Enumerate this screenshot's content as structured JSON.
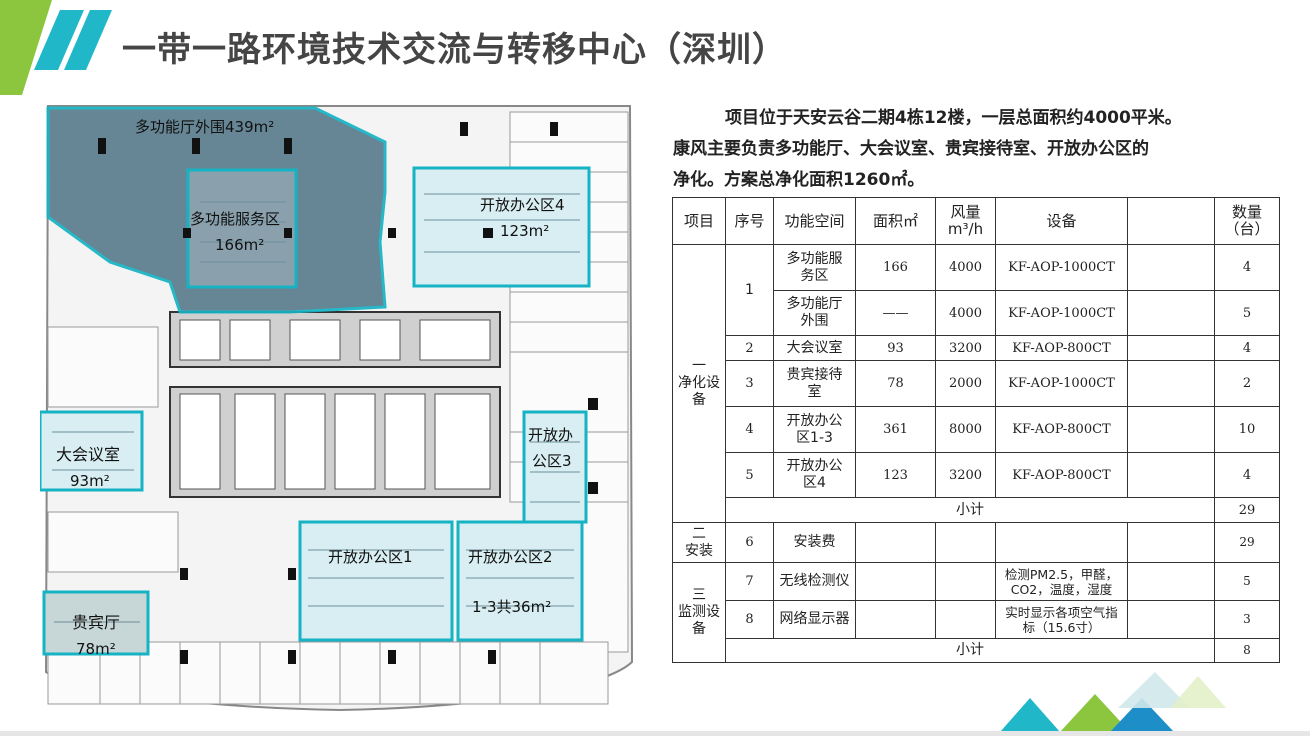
{
  "header": {
    "title": "一带一路环境技术交流与转移中心（深圳）"
  },
  "colors": {
    "brand_teal": "#20b8c8",
    "brand_green": "#8cc63e",
    "zone_outline": "#15b3c4",
    "zone_fill_dark": "#5a7d8e",
    "zone_fill_light": "#d8eef2"
  },
  "intro": {
    "line1": "项目位于天安云谷二期4栋12楼，一层总面积约4000平米。",
    "line2": "康风主要负责多功能厅、大会议室、贵宾接待室、开放办公区的",
    "line3": "净化。方案总净化面积1260㎡。"
  },
  "floorplan": {
    "labels": {
      "mf_outer": "多功能厅外围439m²",
      "mf_service_name": "多功能服务区",
      "mf_service_area": "166m²",
      "open4_name": "开放办公区4",
      "open4_area": "123m²",
      "big_meeting_name": "大会议室",
      "big_meeting_area": "93m²",
      "open3_line1": "开放办",
      "open3_line2": "公区3",
      "open1_name": "开放办公区1",
      "open2_name": "开放办公区2",
      "open123_area": "1-3共36m²",
      "vip_name": "贵宾厅",
      "vip_area": "78m²"
    }
  },
  "table": {
    "headers": {
      "item": "项目",
      "no": "序号",
      "space": "功能空间",
      "area": "面积㎡",
      "airflow_l1": "风量",
      "airflow_l2": "m³/h",
      "equipment": "设备",
      "blank": "",
      "qty_l1": "数量",
      "qty_l2": "（台）"
    },
    "group1": {
      "l1": "一",
      "l2": "净化设",
      "l3": "备"
    },
    "group2": {
      "l1": "二",
      "l2": "安装"
    },
    "group3": {
      "l1": "三",
      "l2": "监测设",
      "l3": "备"
    },
    "rows": {
      "r1": {
        "no": "1",
        "space_l1": "多功能服",
        "space_l2": "务区",
        "area": "166",
        "airflow": "4000",
        "equipment": "KF-AOP-1000CT",
        "qty": "4"
      },
      "r1b": {
        "space_l1": "多功能厅",
        "space_l2": "外围",
        "area": "——",
        "airflow": "4000",
        "equipment": "KF-AOP-1000CT",
        "qty": "5"
      },
      "r2": {
        "no": "2",
        "space": "大会议室",
        "area": "93",
        "airflow": "3200",
        "equipment": "KF-AOP-800CT",
        "qty": "4"
      },
      "r3": {
        "no": "3",
        "space_l1": "贵宾接待",
        "space_l2": "室",
        "area": "78",
        "airflow": "2000",
        "equipment": "KF-AOP-1000CT",
        "qty": "2"
      },
      "r4": {
        "no": "4",
        "space_l1": "开放办公",
        "space_l2": "区1-3",
        "area": "361",
        "airflow": "8000",
        "equipment": "KF-AOP-800CT",
        "qty": "10"
      },
      "r5": {
        "no": "5",
        "space_l1": "开放办公",
        "space_l2": "区4",
        "area": "123",
        "airflow": "3200",
        "equipment": "KF-AOP-800CT",
        "qty": "4"
      },
      "subtotal1": {
        "label": "小计",
        "qty": "29"
      },
      "r6": {
        "no": "6",
        "space": "安装费",
        "qty": "29"
      },
      "r7": {
        "no": "7",
        "space": "无线检测仪",
        "equip_l1": "检测PM2.5，甲醛，",
        "equip_l2": "CO2，温度，湿度",
        "qty": "5"
      },
      "r8": {
        "no": "8",
        "space": "网络显示器",
        "equip_l1": "实时显示各项空气指",
        "equip_l2": "标（15.6寸）",
        "qty": "3"
      },
      "subtotal2": {
        "label": "小计",
        "qty": "8"
      }
    }
  }
}
